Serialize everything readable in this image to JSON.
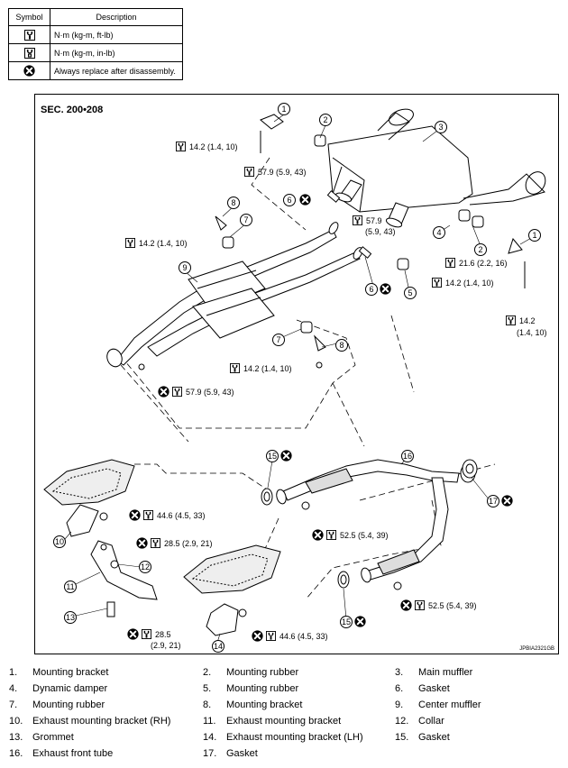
{
  "legend": {
    "header_symbol": "Symbol",
    "header_description": "Description",
    "rows": [
      {
        "icon": "torque-wrench-icon",
        "text": "N·m (kg-m, ft-lb)"
      },
      {
        "icon": "torque-wrench-small-icon",
        "text": "N·m (kg-m, in-lb)"
      },
      {
        "icon": "always-replace-icon",
        "text": "Always replace after disassembly."
      }
    ]
  },
  "diagram": {
    "section": "SEC. 200•208",
    "code": "JPBIA2321GB",
    "torques": {
      "t1": "14.2 (1.4, 10)",
      "t2": "57.9 (5.9, 43)",
      "t3a": "57.9",
      "t3b": "(5.9, 43)",
      "t4": "14.2 (1.4, 10)",
      "t5": "21.6 (2.2, 16)",
      "t6": "14.2 (1.4, 10)",
      "t7a": "14.2",
      "t7b": "(1.4, 10)",
      "t8": "14.2 (1.4, 10)",
      "t9": "57.9 (5.9, 43)",
      "t10": "44.6 (4.5, 33)",
      "t11": "28.5 (2.9, 21)",
      "t12": "52.5 (5.4, 39)",
      "t13": "52.5 (5.4, 39)",
      "t14a": "28.5",
      "t14b": "(2.9, 21)",
      "t15": "44.6 (4.5, 33)"
    },
    "callouts": [
      "1",
      "2",
      "3",
      "8",
      "7",
      "6",
      "9",
      "4",
      "2",
      "1",
      "6",
      "5",
      "7",
      "8",
      "15",
      "16",
      "17",
      "10",
      "12",
      "11",
      "13",
      "14",
      "15"
    ]
  },
  "parts": [
    {
      "num": "1.",
      "name": "Mounting bracket"
    },
    {
      "num": "2.",
      "name": "Mounting rubber"
    },
    {
      "num": "3.",
      "name": "Main muffler"
    },
    {
      "num": "4.",
      "name": "Dynamic damper"
    },
    {
      "num": "5.",
      "name": "Mounting rubber"
    },
    {
      "num": "6.",
      "name": "Gasket"
    },
    {
      "num": "7.",
      "name": "Mounting rubber"
    },
    {
      "num": "8.",
      "name": "Mounting bracket"
    },
    {
      "num": "9.",
      "name": "Center muffler"
    },
    {
      "num": "10.",
      "name": "Exhaust mounting bracket (RH)"
    },
    {
      "num": "11.",
      "name": "Exhaust mounting bracket"
    },
    {
      "num": "12.",
      "name": "Collar"
    },
    {
      "num": "13.",
      "name": "Grommet"
    },
    {
      "num": "14.",
      "name": "Exhaust mounting bracket (LH)"
    },
    {
      "num": "15.",
      "name": "Gasket"
    },
    {
      "num": "16.",
      "name": "Exhaust front tube"
    },
    {
      "num": "17.",
      "name": "Gasket"
    }
  ]
}
